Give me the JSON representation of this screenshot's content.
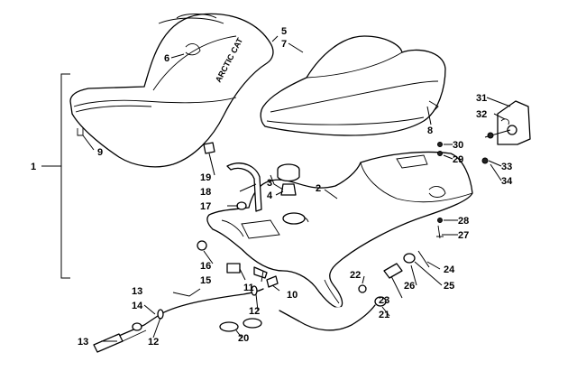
{
  "diagram": {
    "brand_text": "ARCTIC CAT",
    "callouts": [
      {
        "id": "c1",
        "label": "1"
      },
      {
        "id": "c2",
        "label": "2"
      },
      {
        "id": "c3",
        "label": "3"
      },
      {
        "id": "c4",
        "label": "4"
      },
      {
        "id": "c5",
        "label": "5"
      },
      {
        "id": "c6",
        "label": "6"
      },
      {
        "id": "c7",
        "label": "7"
      },
      {
        "id": "c8",
        "label": "8"
      },
      {
        "id": "c9",
        "label": "9"
      },
      {
        "id": "c10",
        "label": "10"
      },
      {
        "id": "c11",
        "label": "11"
      },
      {
        "id": "c12a",
        "label": "12"
      },
      {
        "id": "c12b",
        "label": "12"
      },
      {
        "id": "c13a",
        "label": "13"
      },
      {
        "id": "c13b",
        "label": "13"
      },
      {
        "id": "c14",
        "label": "14"
      },
      {
        "id": "c15",
        "label": "15"
      },
      {
        "id": "c16",
        "label": "16"
      },
      {
        "id": "c17",
        "label": "17"
      },
      {
        "id": "c18",
        "label": "18"
      },
      {
        "id": "c19",
        "label": "19"
      },
      {
        "id": "c20",
        "label": "20"
      },
      {
        "id": "c21",
        "label": "21"
      },
      {
        "id": "c22",
        "label": "22"
      },
      {
        "id": "c23",
        "label": "23"
      },
      {
        "id": "c24",
        "label": "24"
      },
      {
        "id": "c25",
        "label": "25"
      },
      {
        "id": "c26",
        "label": "26"
      },
      {
        "id": "c27",
        "label": "27"
      },
      {
        "id": "c28",
        "label": "28"
      },
      {
        "id": "c29",
        "label": "29"
      },
      {
        "id": "c30",
        "label": "30"
      },
      {
        "id": "c31",
        "label": "31"
      },
      {
        "id": "c32",
        "label": "32"
      },
      {
        "id": "c33",
        "label": "33"
      },
      {
        "id": "c34",
        "label": "34"
      }
    ]
  }
}
